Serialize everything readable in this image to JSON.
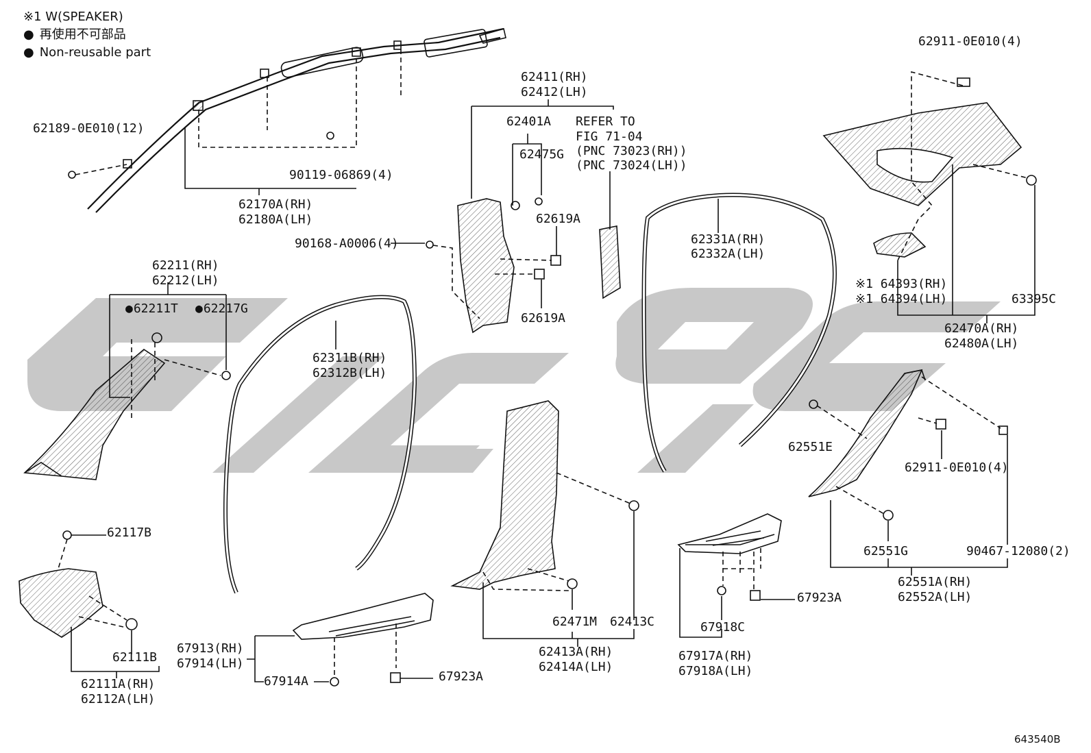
{
  "legend": {
    "note": "※1 W(SPEAKER)",
    "nonreusable_jp": "再使用不可部品",
    "nonreusable_en": "Non-reusable part"
  },
  "watermark": {
    "color": "#c8c8c8"
  },
  "figure_id": "643540B",
  "labels": {
    "p621890e010": "62189-0E010(12)",
    "p9011906869": "90119-06869(4)",
    "p62170": "62170A(RH)",
    "p62180": "62180A(LH)",
    "p62411": "62411(RH)",
    "p62412": "62412(LH)",
    "p62401a": "62401A",
    "p62475g": "62475G",
    "refer1": "REFER TO",
    "refer2": "FIG 71-04",
    "refer3": "(PNC 73023(RH))",
    "refer4": "(PNC 73024(LH))",
    "p62619a_top": "62619A",
    "p62619a_bot": "62619A",
    "p90168": "90168-A0006(4)",
    "p629110e010_top": "62911-0E010(4)",
    "p62331": "62331A(RH)",
    "p62332": "62332A(LH)",
    "p64393": "※1 64393(RH)",
    "p64394": "※1 64394(LH)",
    "p63395c": "63395C",
    "p62470": "62470A(RH)",
    "p62480": "62480A(LH)",
    "p62211": "62211(RH)",
    "p62212": "62212(LH)",
    "p62211t": "62211T",
    "p62217g": "62217G",
    "p62311": "62311B(RH)",
    "p62312": "62312B(LH)",
    "p62551e": "62551E",
    "p629110e010_mid": "62911-0E010(4)",
    "p62117b": "62117B",
    "p62111b": "62111B",
    "p62111a": "62111A(RH)",
    "p62112a": "62112A(LH)",
    "p62551g": "62551G",
    "p9046712080": "90467-12080(2)",
    "p62551a": "62551A(RH)",
    "p62552a": "62552A(LH)",
    "p62471m": "62471M",
    "p62413c": "62413C",
    "p62413a": "62413A(RH)",
    "p62414a": "62414A(LH)",
    "p67923a_r": "67923A",
    "p67918c": "67918C",
    "p67917a": "67917A(RH)",
    "p67918a": "67918A(LH)",
    "p67913": "67913(RH)",
    "p67914": "67914(LH)",
    "p67914a": "67914A",
    "p67923a_l": "67923A"
  }
}
